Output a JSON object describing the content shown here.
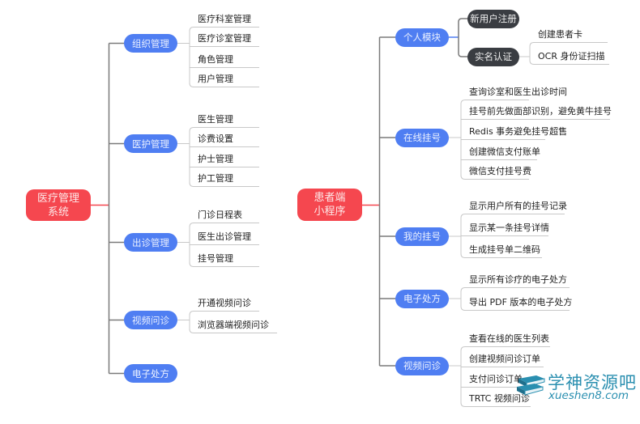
{
  "maps": [
    {
      "root": {
        "lines": [
          "医疗管理",
          "系统"
        ],
        "color": "#f5474f"
      },
      "branches": [
        {
          "label": "组织管理",
          "leaves": [
            "医疗科室管理",
            "医疗诊室管理",
            "角色管理",
            "用户管理"
          ]
        },
        {
          "label": "医护管理",
          "leaves": [
            "医生管理",
            "诊费设置",
            "护士管理",
            "护工管理"
          ]
        },
        {
          "label": "出诊管理",
          "leaves": [
            "门诊日程表",
            "医生出诊管理",
            "挂号管理"
          ]
        },
        {
          "label": "视频问诊",
          "leaves": [
            "开通视频问诊",
            "浏览器端视频问诊"
          ]
        },
        {
          "label": "电子处方",
          "leaves": []
        }
      ]
    },
    {
      "root": {
        "lines": [
          "患者端",
          "小程序"
        ],
        "color": "#f5474f"
      },
      "branches": [
        {
          "label": "个人模块",
          "subnodes": [
            {
              "label": "新用户注册",
              "leaves": []
            },
            {
              "label": "实名认证",
              "leaves": [
                "创建患者卡",
                "OCR 身份证扫描"
              ]
            }
          ]
        },
        {
          "label": "在线挂号",
          "leaves": [
            "查询诊室和医生出诊时间",
            "挂号前先做面部识别，避免黄牛挂号",
            "Redis 事务避免挂号超售",
            "创建微信支付账单",
            "微信支付挂号费"
          ]
        },
        {
          "label": "我的挂号",
          "leaves": [
            "显示用户所有的挂号记录",
            "显示某一条挂号详情",
            "生成挂号单二维码"
          ]
        },
        {
          "label": "电子处方",
          "leaves": [
            "显示所有诊疗的电子处方",
            "导出 PDF 版本的电子处方"
          ]
        },
        {
          "label": "视频问诊",
          "leaves": [
            "查看在线的医生列表",
            "创建视频问诊订单",
            "支付问诊订单",
            "TRTC 视频问诊"
          ]
        }
      ]
    }
  ],
  "colors": {
    "branch": "#4f7ef2",
    "dark_node": "#3a3d42",
    "line": "#7a7a7a",
    "leaf_line": "#c8c8c8",
    "root_link": "#f5474f"
  },
  "watermark": {
    "title": "学神资源吧",
    "subtitle": "xueshen8.com",
    "icon": "books-icon"
  }
}
